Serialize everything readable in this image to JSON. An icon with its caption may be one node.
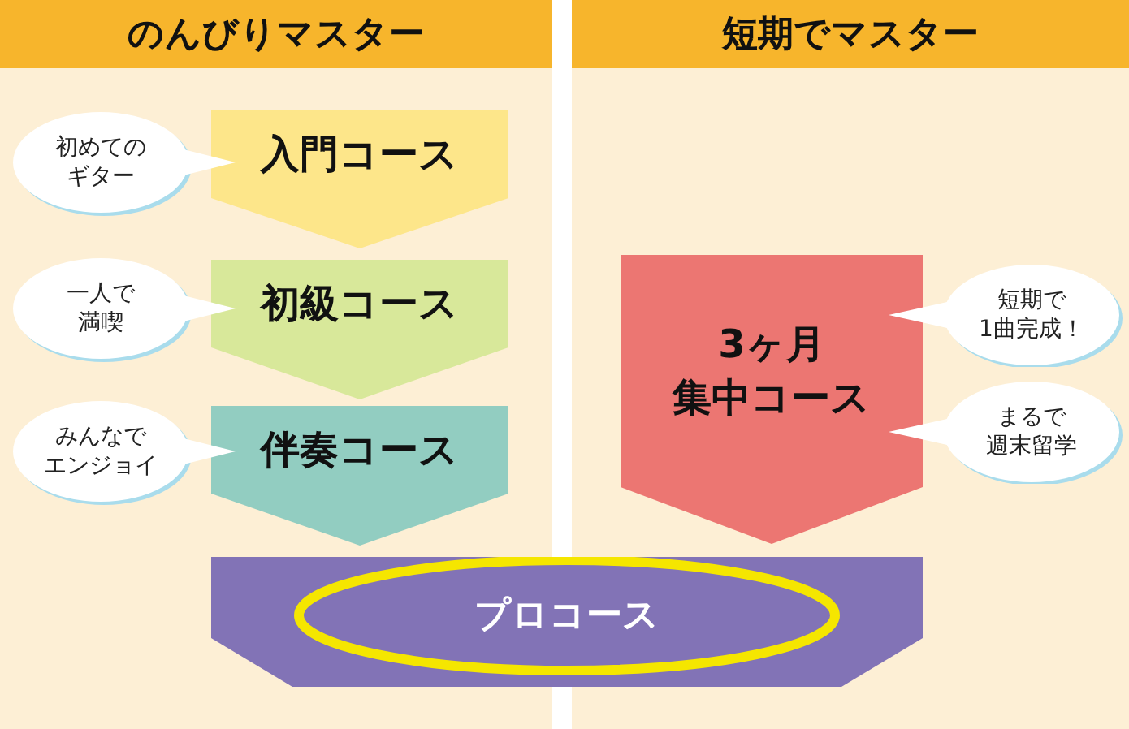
{
  "diagram": {
    "nodes": [
      {
        "text": [
          "のんびりマスター"
        ]
      },
      {
        "text": [
          "入門コース"
        ],
        "in": 0
      },
      {
        "text": [
          "初級コース"
        ],
        "in": 0
      },
      {
        "text": [
          "伴奏コース"
        ],
        "in": 0
      },
      {
        "text": [
          "初めてのギター"
        ],
        "in": 0
      },
      {
        "text": [
          "一人で満喫"
        ],
        "in": 0
      },
      {
        "text": [
          "みんなでエンジョイ"
        ],
        "in": 0
      },
      {
        "text": [
          "短期でマスター"
        ]
      },
      {
        "text": [
          "3ヶ月集中コース"
        ],
        "in": 7
      },
      {
        "text": [
          "短期で1曲完成！"
        ],
        "in": 7
      },
      {
        "text": [
          "まるで週末留学"
        ],
        "in": 7
      },
      {
        "text": [
          "プロコース"
        ]
      }
    ]
  }
}
